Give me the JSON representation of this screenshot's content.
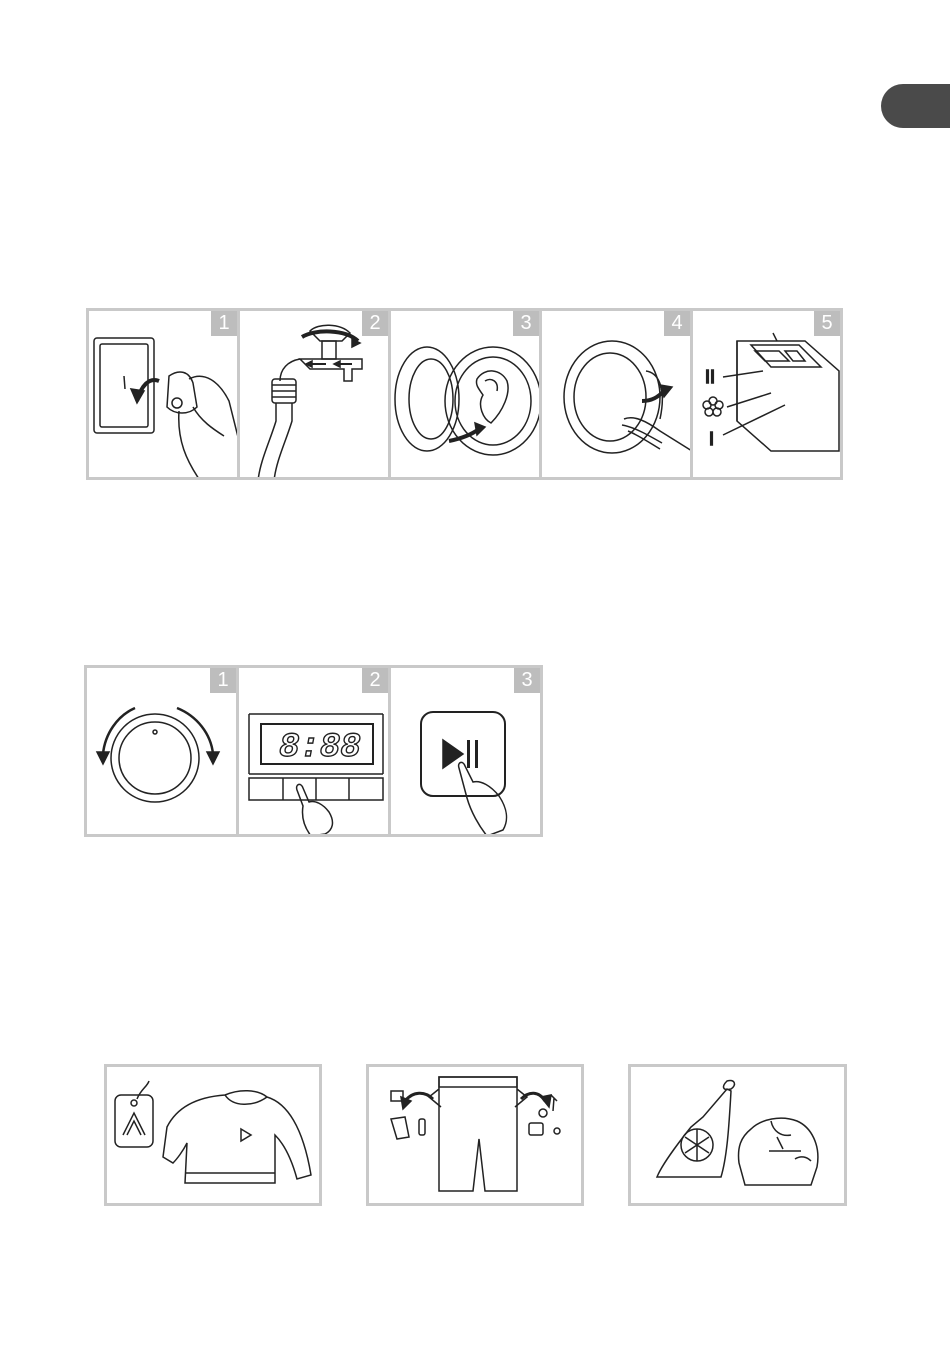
{
  "install_steps": {
    "panels": [
      {
        "number": "1",
        "icon": "plug-socket-icon"
      },
      {
        "number": "2",
        "icon": "water-tap-icon"
      },
      {
        "number": "3",
        "icon": "load-laundry-icon"
      },
      {
        "number": "4",
        "icon": "close-door-icon"
      },
      {
        "number": "5",
        "icon": "detergent-drawer-icon"
      }
    ],
    "drawer_labels": {
      "compartment_2": "II",
      "compartment_1": "I"
    }
  },
  "operation_steps": {
    "panels": [
      {
        "number": "1",
        "icon": "program-dial-icon"
      },
      {
        "number": "2",
        "icon": "display-panel-icon"
      },
      {
        "number": "3",
        "icon": "start-pause-button-icon"
      }
    ],
    "display_text": "8:88"
  },
  "prep_tips": {
    "items": [
      {
        "icon": "care-label-sweater-icon"
      },
      {
        "icon": "empty-pockets-icon"
      },
      {
        "icon": "laundry-bag-icon"
      }
    ]
  },
  "colors": {
    "border": "#c9c9c9",
    "badge": "#bdbdbd",
    "tab": "#4a4a4a"
  }
}
